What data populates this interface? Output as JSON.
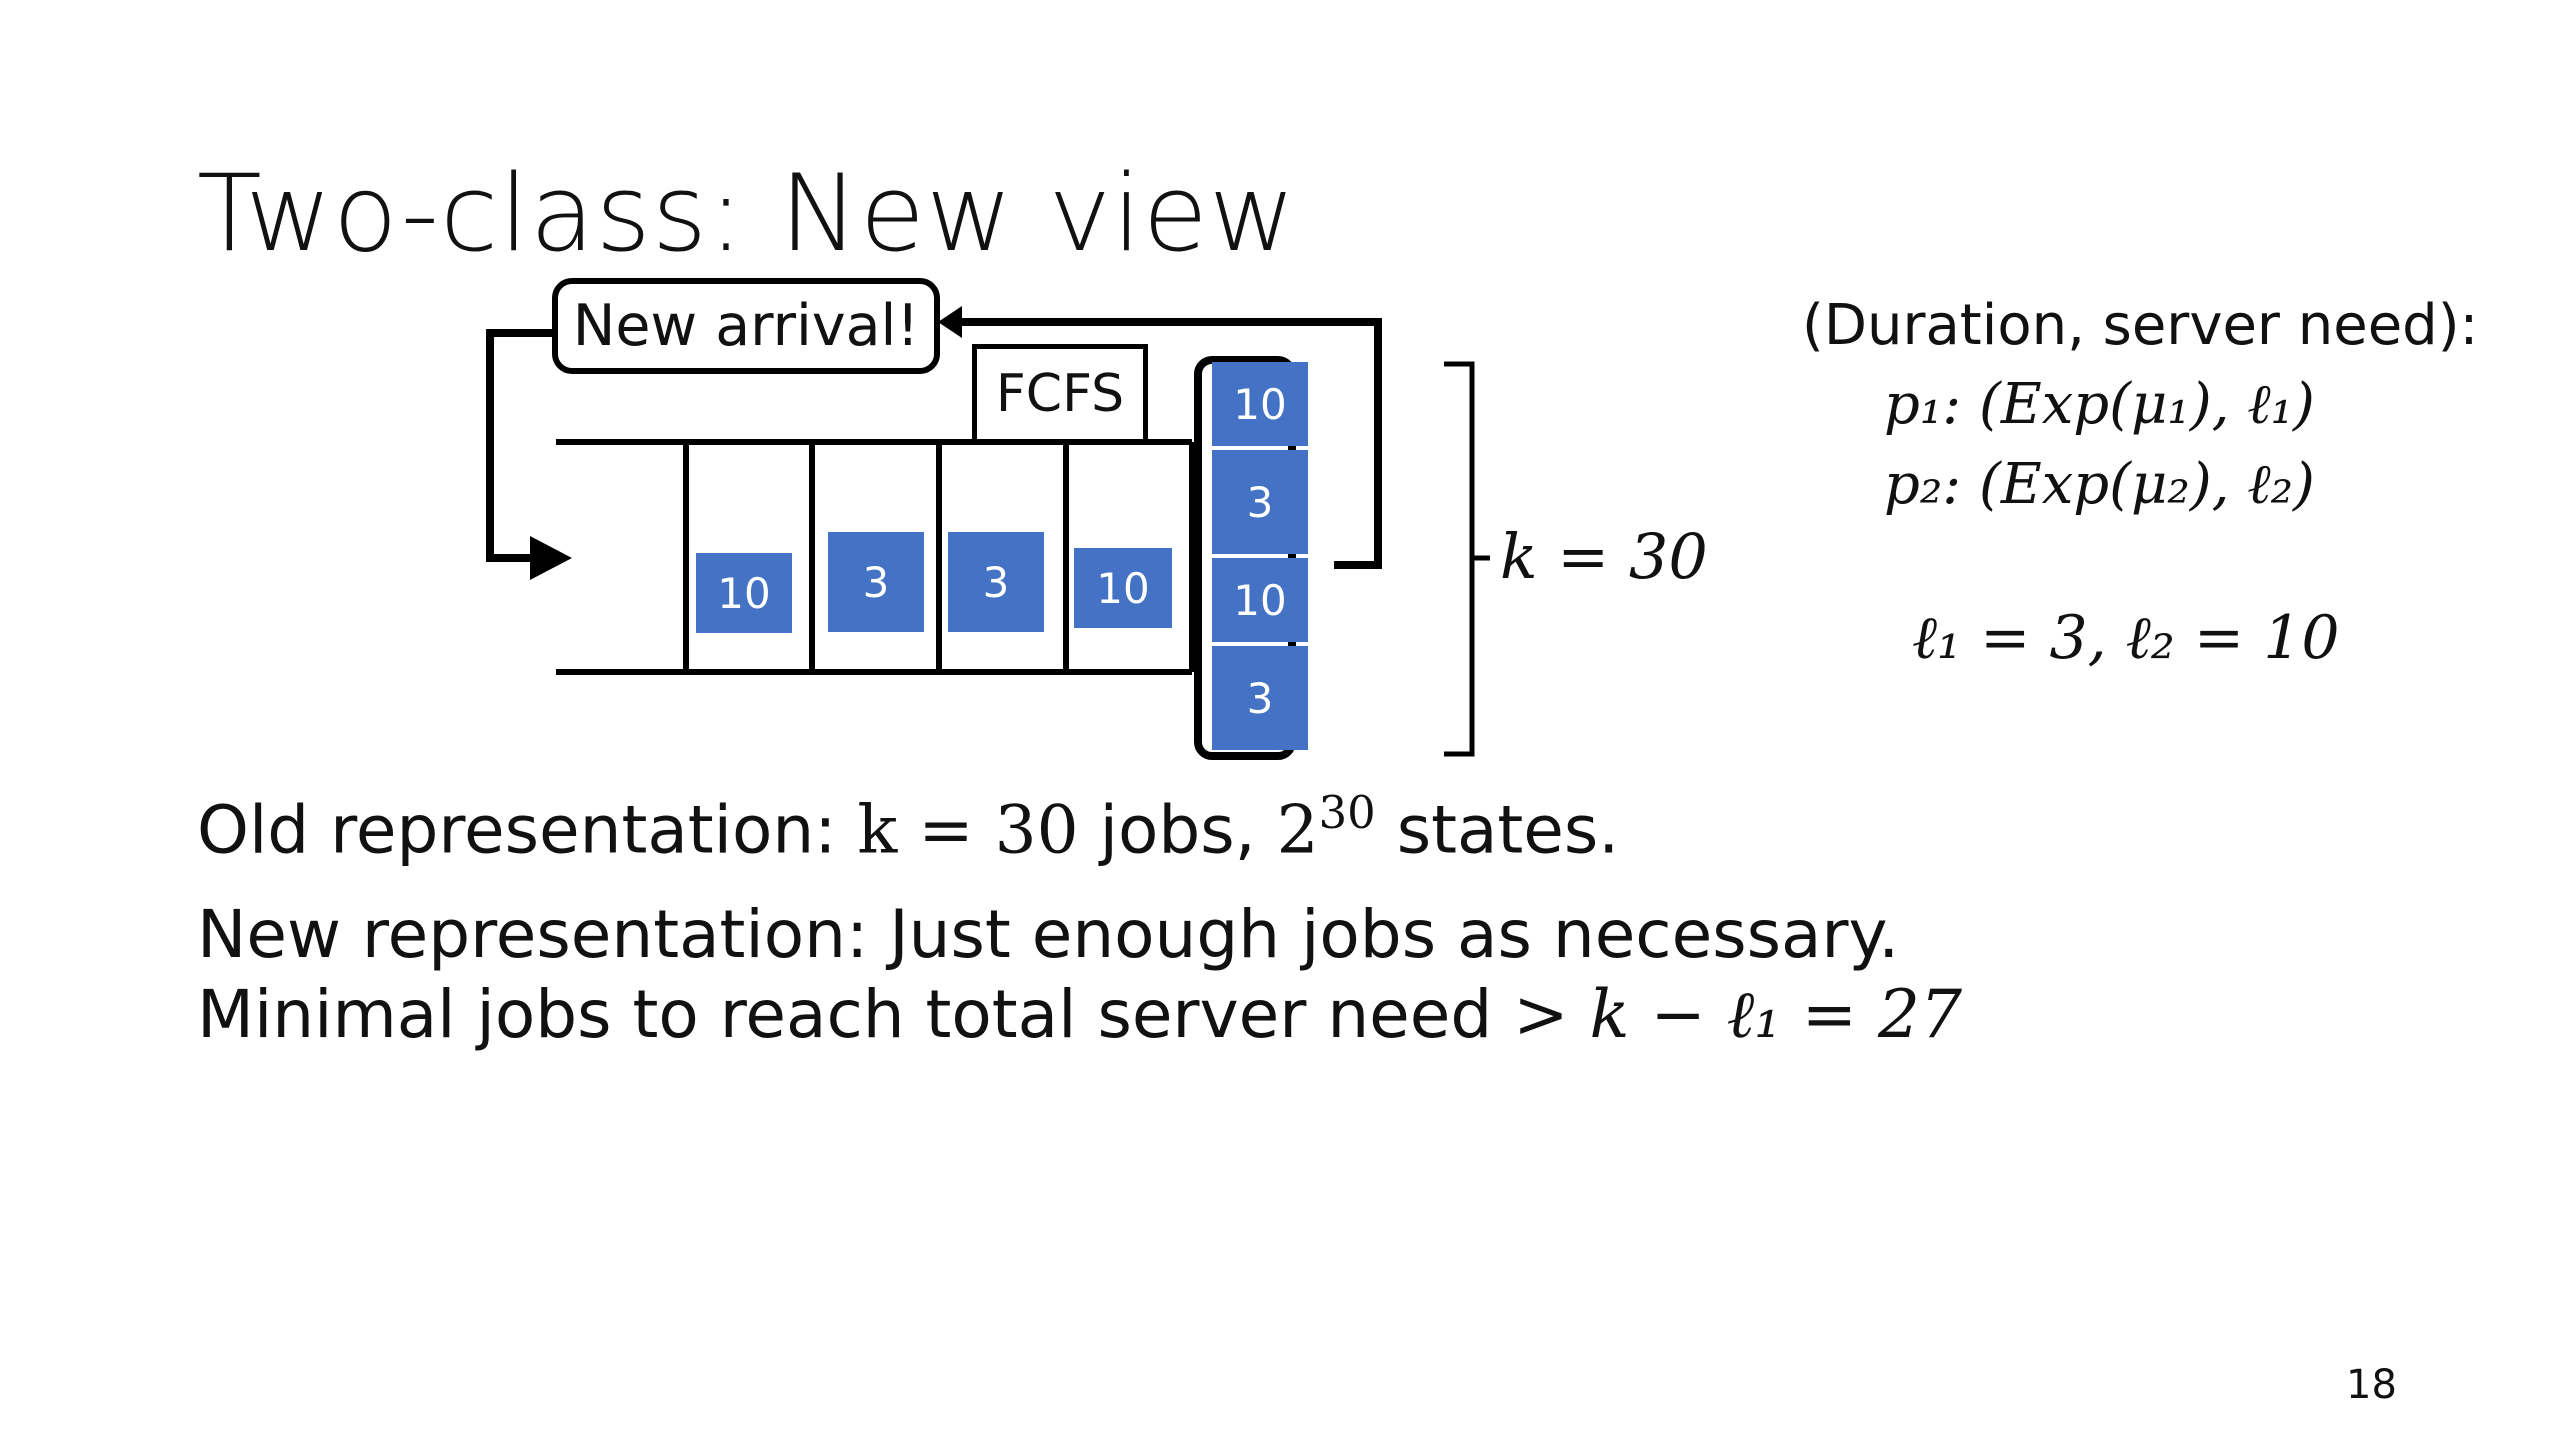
{
  "slide": {
    "title": "Two-class: New view",
    "page_number": "18"
  },
  "diagram": {
    "arrival_label": "New arrival!",
    "queue_label": "FCFS",
    "queue_jobs": [
      "10",
      "3",
      "3",
      "10"
    ],
    "server_jobs": [
      "10",
      "3",
      "10",
      "3"
    ],
    "k_label": "k = 30",
    "job_color": "#4472c4"
  },
  "right_panel": {
    "heading": "(Duration, server need):",
    "p1": "p₁: (Exp(μ₁), ℓ₁)",
    "p2": "p₂: (Exp(μ₂), ℓ₂)",
    "ell_values": "ℓ₁ = 3, ℓ₂ = 10"
  },
  "body": {
    "old_text": "Old representation: ",
    "old_math": "k = 30",
    "old_text2": " jobs, ",
    "old_pow_base": "2",
    "old_pow_exp": "30",
    "old_text3": " states.",
    "new_line1": "New representation: Just enough jobs as necessary.",
    "new_line2_text": "Minimal jobs to reach total server need ",
    "new_line2_math": "> k − ℓ₁ = 27"
  }
}
